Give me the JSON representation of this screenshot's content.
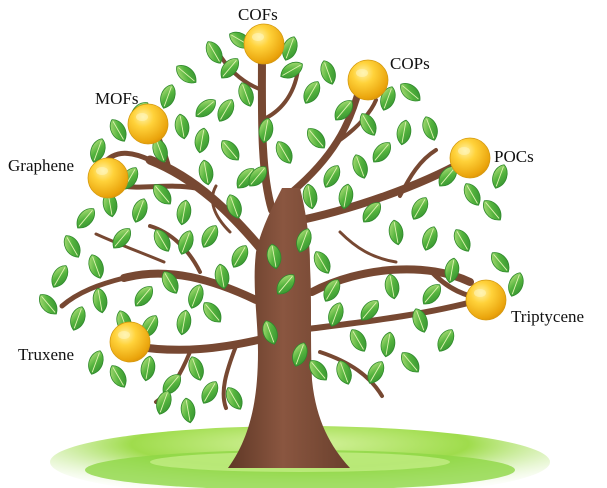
{
  "diagram": {
    "fruits": [
      {
        "id": "cofs",
        "label": "COFs"
      },
      {
        "id": "cops",
        "label": "COPs"
      },
      {
        "id": "mofs",
        "label": "MOFs"
      },
      {
        "id": "pocs",
        "label": "POCs"
      },
      {
        "id": "graphene",
        "label": "Graphene"
      },
      {
        "id": "triptycene",
        "label": "Triptycene"
      },
      {
        "id": "truxene",
        "label": "Truxene"
      }
    ]
  },
  "colors": {
    "trunk": "#7a4a33",
    "trunk_shade": "#5f3826",
    "leaf": "#43a83a",
    "leaf_light": "#b6e07c",
    "fruit": "#f1b416",
    "fruit_highlight": "#ffe680",
    "grass": "#7fcf3a",
    "grass_light": "#c9ef8b"
  }
}
